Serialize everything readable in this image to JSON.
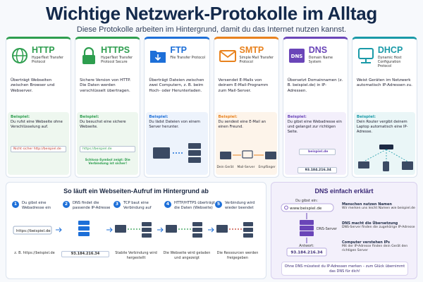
{
  "title": "Wichtige Netzwerk-Protokolle im Alltag",
  "subtitle": "Diese Protokolle arbeiten im Hintergrund, damit du das Internet nutzen kannst.",
  "cards": [
    {
      "name": "HTTP",
      "full": "HyperText Transfer Protocol",
      "color": "#2e9e4f",
      "bg": "#eef7ef",
      "icon": "globe-icon",
      "desc": "Überträgt Webseiten zwischen Browser und Webserver.",
      "ex_label": "Beispiel:",
      "ex_text": "Du rufst eine Webseite ohne Verschlüsselung auf.",
      "bar_text": "Nicht sicher  http://beispiel.de"
    },
    {
      "name": "HTTPS",
      "full": "HyperText Transfer Protocol Secure",
      "color": "#2e9e4f",
      "bg": "#eef7ef",
      "icon": "lock-icon",
      "desc": "Sichere Version von HTTP. Die Daten werden verschlüsselt übertragen.",
      "ex_label": "Beispiel:",
      "ex_text": "Du besuchst eine sichere Webseite.",
      "bar_text": "https://beispiel.de",
      "note": "Schloss-Symbol zeigt: Die Verbindung ist sicher!"
    },
    {
      "name": "FTP",
      "full": "File Transfer Protocol",
      "color": "#1d6fd8",
      "bg": "#edf3fc",
      "icon": "folder-icon",
      "desc": "Überträgt Dateien zwischen zwei Computern, z. B. beim Hoch- oder Herunterladen.",
      "ex_label": "Beispiel:",
      "ex_text": "Du lädst Dateien von einem Server herunter."
    },
    {
      "name": "SMTP",
      "full": "Simple Mail Transfer Protocol",
      "color": "#e8821e",
      "bg": "#fdf4ea",
      "icon": "envelope-icon",
      "desc": "Versendet E-Mails von deinem E-Mail-Programm zum Mail-Server.",
      "ex_label": "Beispiel:",
      "ex_text": "Du sendest eine E-Mail an einen Freund.",
      "labels": [
        "Dein Gerät",
        "Mail-Server",
        "Empfänger"
      ]
    },
    {
      "name": "DNS",
      "full": "Domain Name System",
      "color": "#6a45b8",
      "bg": "#f3effb",
      "icon": "dns-icon",
      "desc": "Übersetzt Domainnamen (z. B. beispiel.de) in IP-Adressen.",
      "ex_label": "Beispiel:",
      "ex_text": "Du gibst eine Webadresse ein und gelangst zur richtigen Seite.",
      "domain": "beispiel.de",
      "ip": "93.184.216.34"
    },
    {
      "name": "DHCP",
      "full": "Dynamic Host Configuration Protocol",
      "color": "#1a9aa8",
      "bg": "#eaf6f7",
      "icon": "network-icon",
      "desc": "Weist Geräten im Netzwerk automatisch IP-Adressen zu.",
      "ex_label": "Beispiel:",
      "ex_text": "Dein Router vergibt deinem Laptop automatisch eine IP-Adresse."
    }
  ],
  "flow": {
    "title": "So läuft ein Webseiten-Aufruf im Hintergrund ab",
    "steps": [
      {
        "num": "1",
        "text": "Du gibst eine Webadresse ein",
        "cap": "z. B. https://beispiel.de",
        "bar": "https://beispiel.de"
      },
      {
        "num": "2",
        "text": "DNS findet die passende IP-Adresse",
        "cap": "93.184.216.34"
      },
      {
        "num": "3",
        "text": "TCP baut eine Verbindung auf",
        "cap": "Stabile Verbindung wird hergestellt"
      },
      {
        "num": "4",
        "text": "HTTP/HTTPS überträgt die Daten (Webseite)",
        "cap": "Die Webseite wird geladen und angezeigt"
      },
      {
        "num": "5",
        "text": "Verbindung wird wieder beendet",
        "cap": "Die Ressourcen werden freigegeben"
      }
    ]
  },
  "dns_box": {
    "title": "DNS einfach erklärt",
    "input_label": "Du gibst ein:",
    "input": "www.beispiel.de",
    "server": "DNS-Server",
    "answer_label": "Antwort:",
    "answer": "93.184.216.34",
    "items": [
      {
        "t": "Menschen nutzen Namen",
        "d": "Wir merken uns leicht Namen wie beispiel.de"
      },
      {
        "t": "DNS macht die Übersetzung",
        "d": "DNS-Server finden die zugehörige IP-Adresse"
      },
      {
        "t": "Computer verstehen IPs",
        "d": "Mit der IP-Adresse finden dein Gerät den richtigen Server"
      }
    ],
    "note": "Ohne DNS müsstest du IP-Adressen merken – zum Glück übernimmt das DNS für dich!"
  }
}
